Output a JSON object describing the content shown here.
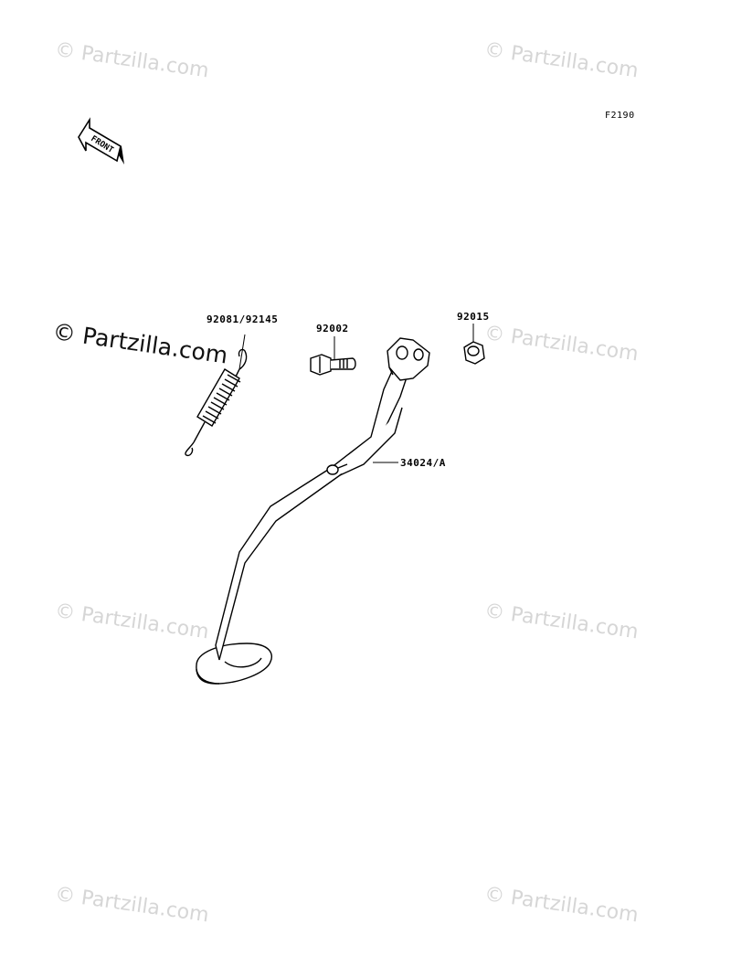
{
  "diagram": {
    "code": "F2190",
    "front_label": "FRONT",
    "watermark": "© Partzilla.com",
    "parts": [
      {
        "number": "92081/92145"
      },
      {
        "number": "92002"
      },
      {
        "number": "92015"
      },
      {
        "number": "34024/A"
      }
    ]
  }
}
